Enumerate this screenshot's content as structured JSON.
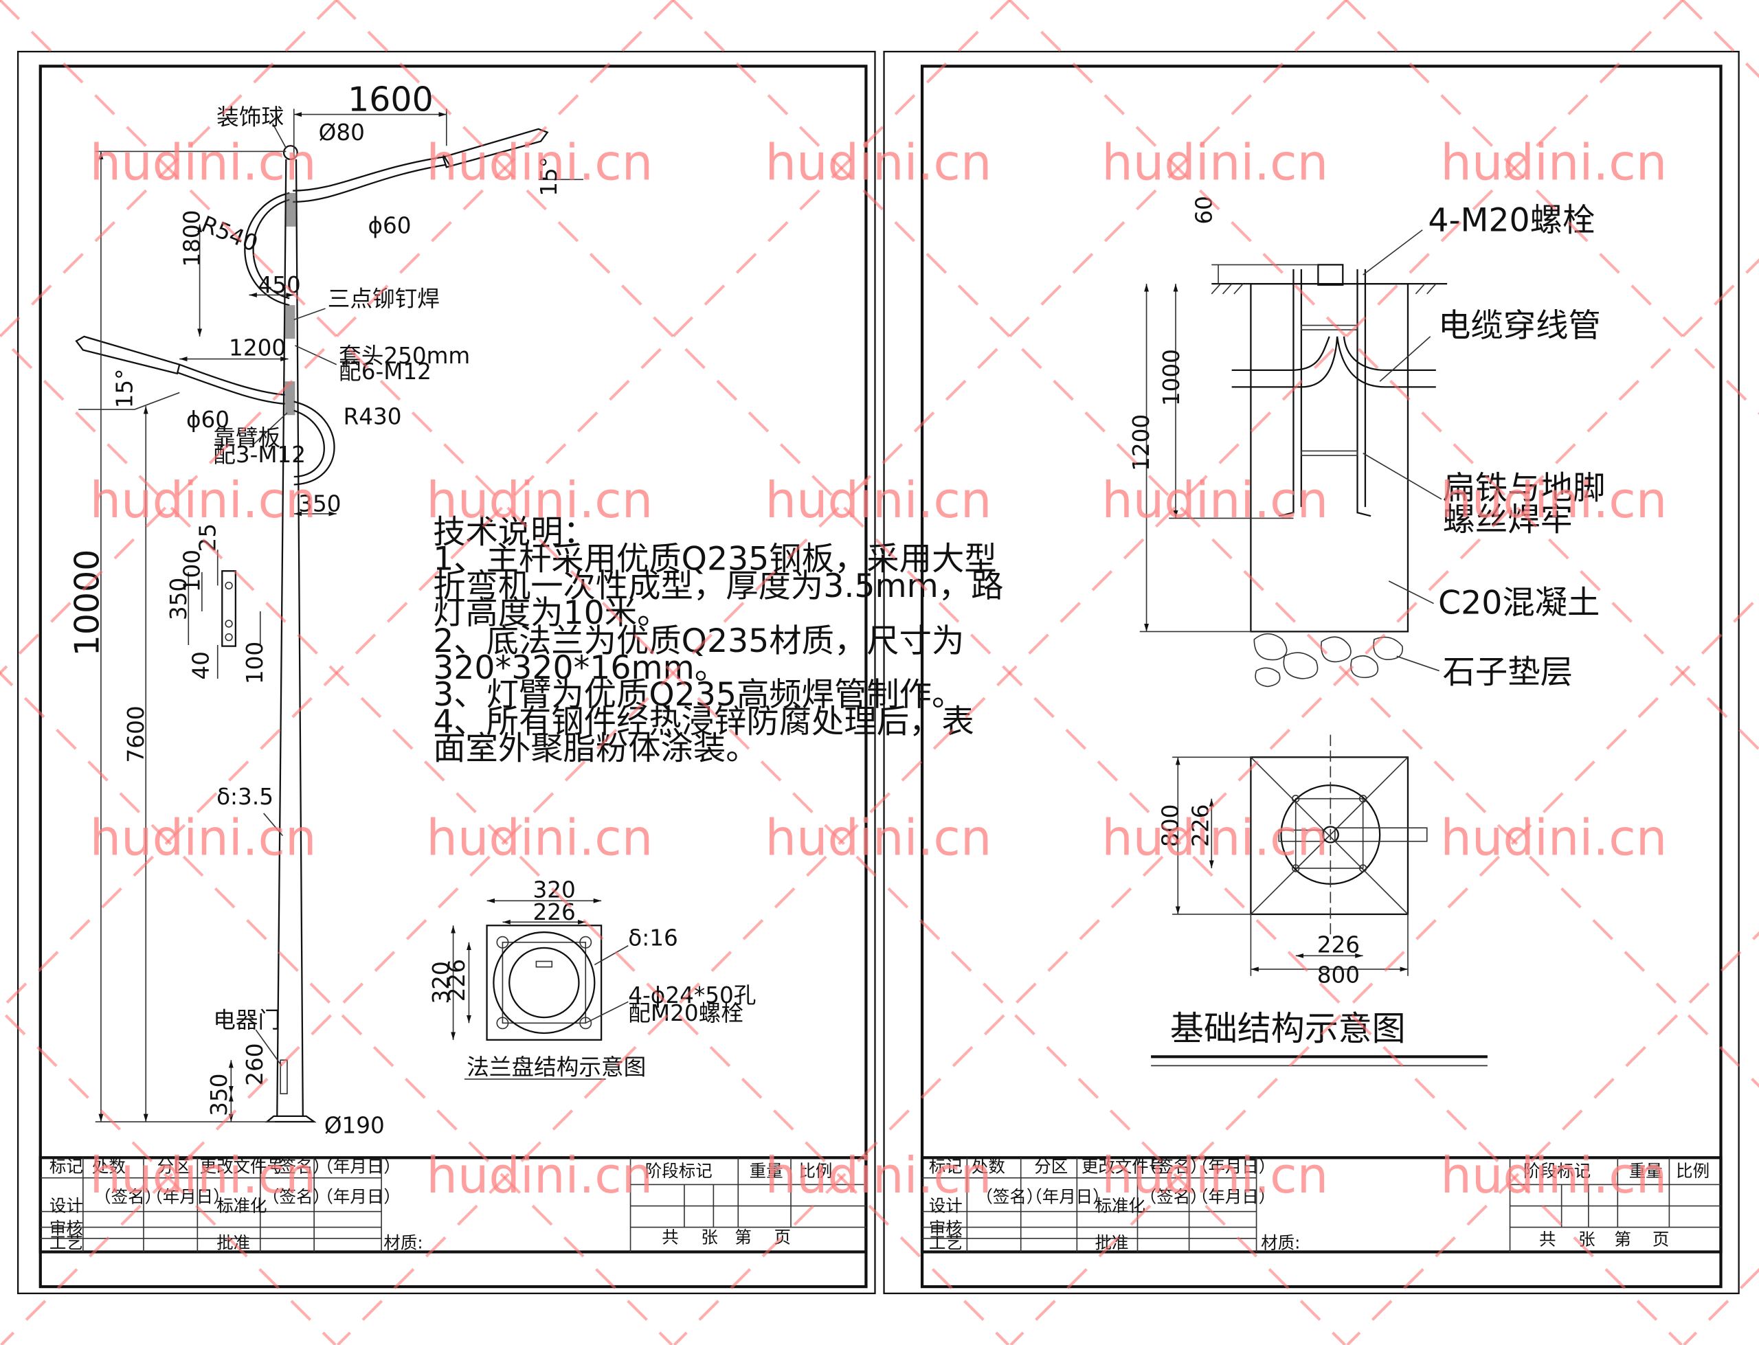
{
  "watermark": "hudini.cn",
  "left_sheet": {
    "labels": {
      "decor_ball": "装饰球",
      "d80": "Ø80",
      "d60_top": "ϕ60",
      "r540": "R540",
      "three_point_weld": "三点铆钉焊",
      "sleeve": "套头250mm",
      "sleeve_bolts": "配6-M12",
      "d60_low": "ϕ60",
      "arm_plate": "靠臂板",
      "arm_plate_bolts": "配3-M12",
      "r430": "R430",
      "thickness": "δ:3.5",
      "electric_door": "电器门",
      "d190": "Ø190",
      "angle_top": "15°",
      "angle_low": "15°"
    },
    "dims": {
      "d1600": "1600",
      "d1800": "1800",
      "d450": "450",
      "d1200": "1200",
      "d350_arm": "350",
      "d10000": "10000",
      "d7600": "7600",
      "d260": "260",
      "d350_base": "350",
      "plate_25": "25",
      "plate_100a": "100",
      "plate_350": "350",
      "plate_40": "40",
      "plate_100b": "100"
    },
    "notes": [
      "技术说明：",
      "1、主杆采用优质Q235钢板，采用大型",
      "折弯机一次性成型，厚度为3.5mm，路",
      "灯高度为10米。",
      "2、底法兰为优质Q235材质，尺寸为",
      "320*320*16mm。",
      "3、灯臂为优质Q235高频焊管制作。",
      "4、所有钢件经热浸锌防腐处理后，表",
      "面室外聚脂粉体涂装。"
    ],
    "flange": {
      "title": "法兰盘结构示意图",
      "d320_w": "320",
      "d226_w": "226",
      "d320_h": "320",
      "d226_h": "226",
      "thickness": "δ:16",
      "holes": "4-ϕ24*50孔",
      "bolts": "配M20螺栓"
    }
  },
  "right_sheet": {
    "labels": {
      "bolts": "4-M20螺栓",
      "conduit": "电缆穿线管",
      "flat_iron_1": "扁铁与地脚",
      "flat_iron_2": "螺丝焊牢",
      "concrete": "C20混凝土",
      "gravel": "石子垫层"
    },
    "dims": {
      "d60": "60",
      "d1000": "1000",
      "d1200": "1200",
      "d800_v": "800",
      "d226_v": "226",
      "d226_h": "226",
      "d800_h": "800"
    },
    "title": "基础结构示意图"
  },
  "title_block": {
    "row1": [
      "标记",
      "处数",
      "分区",
      "更改文件号",
      "（签名）",
      "（年月日）"
    ],
    "stage_mark": "阶段标记",
    "weight": "重量",
    "scale": "比例",
    "design": "设计",
    "sign": "（签名）",
    "date": "（年月日）",
    "standard": "标准化",
    "review": "审核",
    "process": "工艺",
    "approve": "批准",
    "material": "材质:",
    "total": "共",
    "sheets": "张",
    "no": "第",
    "page": "页"
  }
}
